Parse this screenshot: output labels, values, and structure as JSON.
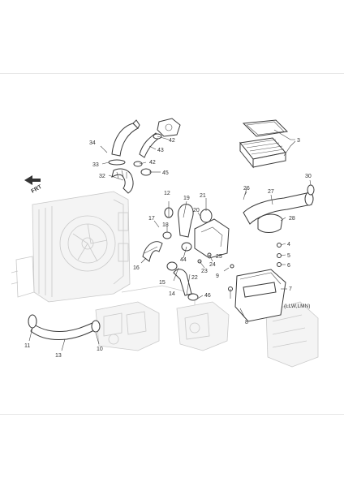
{
  "diagram": {
    "front_marker": "FRT",
    "variant_note": "(LLW,LMN)",
    "callouts": [
      {
        "id": "c3",
        "label": "3"
      },
      {
        "id": "c4",
        "label": "4"
      },
      {
        "id": "c5",
        "label": "5"
      },
      {
        "id": "c6",
        "label": "6"
      },
      {
        "id": "c7",
        "label": "7"
      },
      {
        "id": "c8",
        "label": "8"
      },
      {
        "id": "c9",
        "label": "9"
      },
      {
        "id": "c10",
        "label": "10"
      },
      {
        "id": "c11",
        "label": "11"
      },
      {
        "id": "c12",
        "label": "12"
      },
      {
        "id": "c13",
        "label": "13"
      },
      {
        "id": "c14",
        "label": "14"
      },
      {
        "id": "c15",
        "label": "15"
      },
      {
        "id": "c16",
        "label": "16"
      },
      {
        "id": "c17",
        "label": "17"
      },
      {
        "id": "c18",
        "label": "18"
      },
      {
        "id": "c19",
        "label": "19"
      },
      {
        "id": "c20",
        "label": "20"
      },
      {
        "id": "c21",
        "label": "21"
      },
      {
        "id": "c22",
        "label": "22"
      },
      {
        "id": "c23",
        "label": "23"
      },
      {
        "id": "c24",
        "label": "24"
      },
      {
        "id": "c25",
        "label": "25"
      },
      {
        "id": "c26",
        "label": "26"
      },
      {
        "id": "c27",
        "label": "27"
      },
      {
        "id": "c28",
        "label": "28"
      },
      {
        "id": "c30",
        "label": "30"
      },
      {
        "id": "c32",
        "label": "32"
      },
      {
        "id": "c33",
        "label": "33"
      },
      {
        "id": "c34",
        "label": "34"
      },
      {
        "id": "c42a",
        "label": "42"
      },
      {
        "id": "c42b",
        "label": "42"
      },
      {
        "id": "c43",
        "label": "43"
      },
      {
        "id": "c44",
        "label": "44"
      },
      {
        "id": "c45",
        "label": "45"
      },
      {
        "id": "c46",
        "label": "46"
      }
    ]
  }
}
